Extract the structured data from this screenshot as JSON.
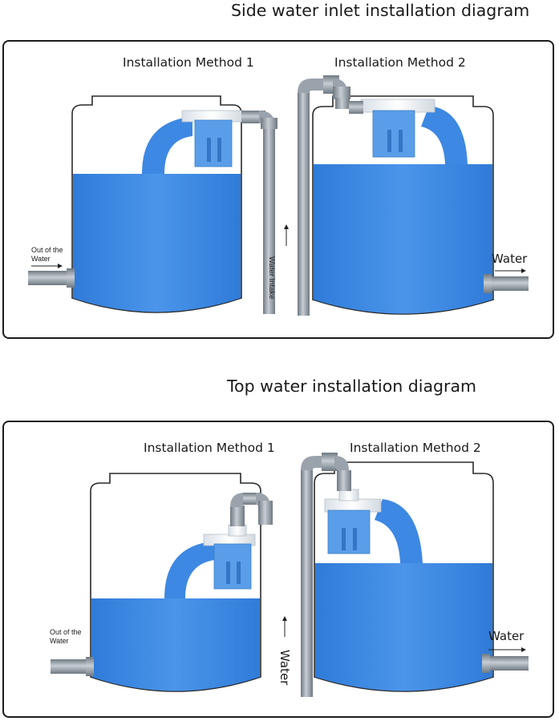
{
  "side": {
    "title": "Side water inlet installation diagram",
    "method1": "Installation Method 1",
    "method2": "Installation Method 2",
    "out_line1": "Out of the",
    "out_line2": "Water",
    "water_intake_1": "Water",
    "water_intake_2": "Intake",
    "water_right": "Water"
  },
  "top": {
    "title": "Top water installation diagram",
    "method1": "Installation Method 1",
    "method2": "Installation Method 2",
    "out_line1": "Out of the",
    "out_line2": "Water",
    "water_vertical": "Water",
    "water_right": "Water"
  },
  "colors": {
    "water": "#3a86e0",
    "water_light": "#5fa0ee",
    "pipe": "#8e98a2",
    "valve": "#eef2f6",
    "outline": "#2a2a2a"
  }
}
